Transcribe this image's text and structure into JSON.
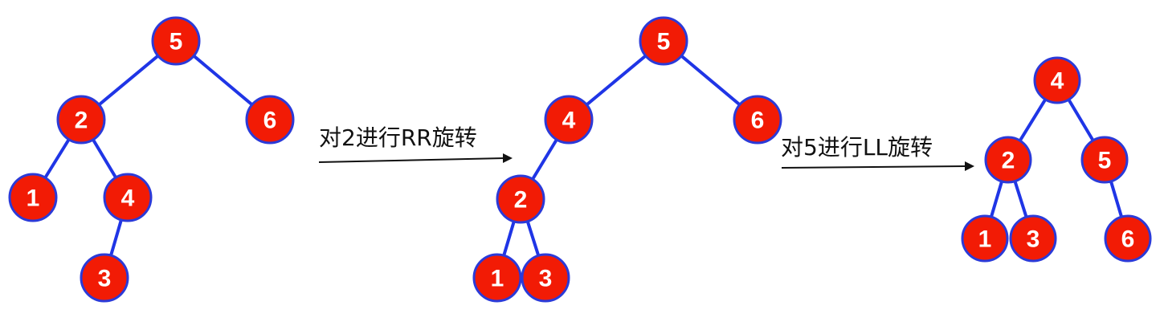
{
  "colors": {
    "node_fill": "#f21b05",
    "node_stroke": "#2b3ad8",
    "edge": "#1f35e6",
    "node_text": "#ffffff",
    "arrow": "#111111"
  },
  "steps": [
    {
      "label": "对2进行RR旋转"
    },
    {
      "label": "对5进行LL旋转"
    }
  ],
  "trees": [
    {
      "name": "before",
      "nodes": [
        "5",
        "2",
        "6",
        "1",
        "4",
        "3"
      ],
      "edges": [
        [
          "5",
          "2"
        ],
        [
          "5",
          "6"
        ],
        [
          "2",
          "1"
        ],
        [
          "2",
          "4"
        ],
        [
          "4",
          "3"
        ]
      ]
    },
    {
      "name": "after-rr",
      "nodes": [
        "5",
        "4",
        "6",
        "2",
        "1",
        "3"
      ],
      "edges": [
        [
          "5",
          "4"
        ],
        [
          "5",
          "6"
        ],
        [
          "4",
          "2"
        ],
        [
          "2",
          "1"
        ],
        [
          "2",
          "3"
        ]
      ]
    },
    {
      "name": "after-ll",
      "nodes": [
        "4",
        "2",
        "5",
        "1",
        "3",
        "6"
      ],
      "edges": [
        [
          "4",
          "2"
        ],
        [
          "4",
          "5"
        ],
        [
          "2",
          "1"
        ],
        [
          "2",
          "3"
        ],
        [
          "5",
          "6"
        ]
      ]
    }
  ]
}
